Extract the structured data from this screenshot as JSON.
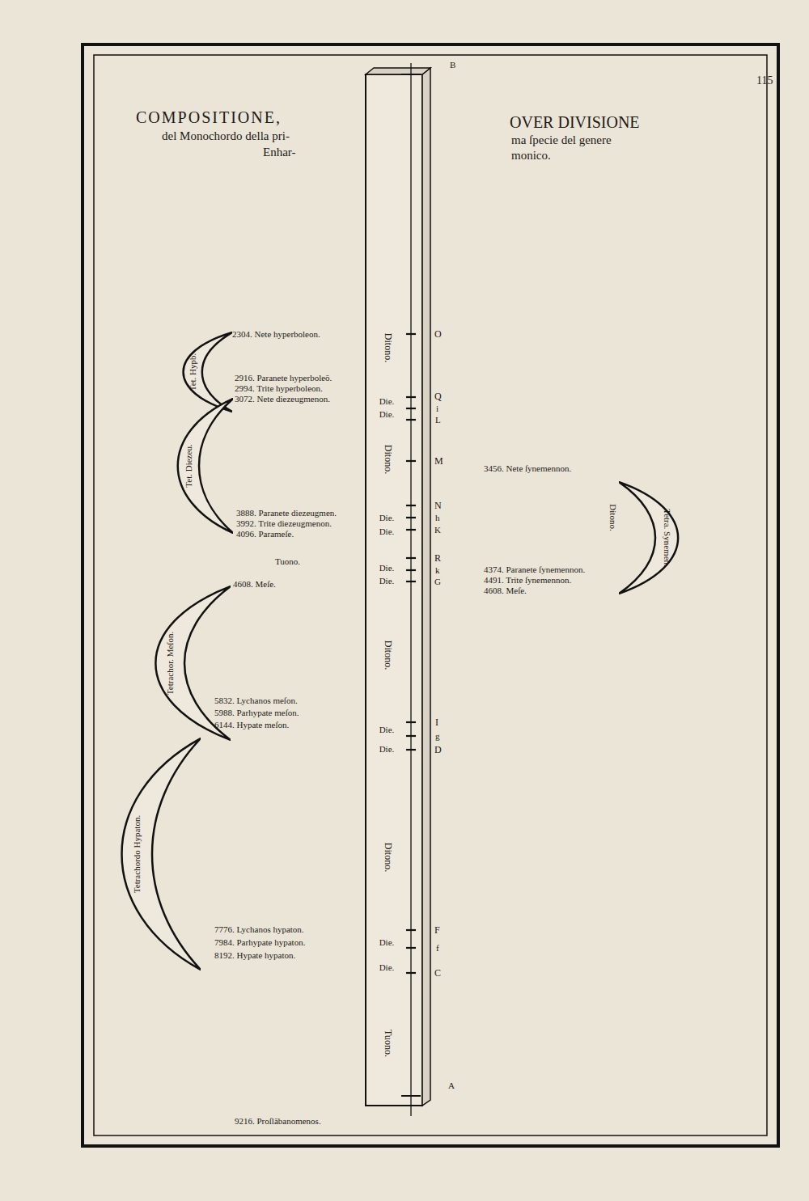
{
  "diagram": {
    "title": "COMPOSITIONE,",
    "nodes": [
      {
        "text": [
          "Tet. Hypb."
        ]
      },
      {
        "text": [
          "Tet. Diezeu."
        ]
      },
      {
        "text": [
          "Tetra. Synemen."
        ]
      },
      {
        "text": [
          "Tetrachor. Meſon."
        ]
      },
      {
        "text": [
          "Tetrachordo Hypaton."
        ]
      }
    ],
    "labels": [
      "del Monochordo della pri-",
      "Enhar-",
      "OVER DIVISIONE",
      "ma ſpecie del genere",
      "monico.",
      "115",
      "2304. Nete hyperboleon.",
      "2916. Paranete hyperboleō.",
      "2994. Trite hyperboleon.",
      "3072. Nete diezeugmenon.",
      "3888. Paranete diezeugmen.",
      "3992. Trite diezeugmenon.",
      "4096. Parameſe.",
      "Tuono.",
      "4608. Meſe.",
      "5832. Lychanos meſon.",
      "5988. Parhypate meſon.",
      "6144. Hypate meſon.",
      "7776. Lychanos hypaton.",
      "7984. Parhypate hypaton.",
      "8192. Hypate hypaton.",
      "9216. Proſlābanomenos.",
      "3456. Nete ſynemennon.",
      "4374. Paranete ſynemennon.",
      "4491. Trite ſynemennon.",
      "4608. Meſe.",
      "Ditono.",
      "B",
      "O",
      "Q",
      "i",
      "L",
      "M",
      "N",
      "h",
      "K",
      "R",
      "k",
      "G",
      "I",
      "g",
      "D",
      "F",
      "f",
      "C",
      "A",
      "Ditono.",
      "Die.",
      "Die.",
      "Ditono.",
      "Die.",
      "Die.",
      "Die.",
      "Die.",
      "Ditono.",
      "Die.",
      "Die.",
      "Ditono.",
      "Die.",
      "Die.",
      "Tuono."
    ]
  }
}
